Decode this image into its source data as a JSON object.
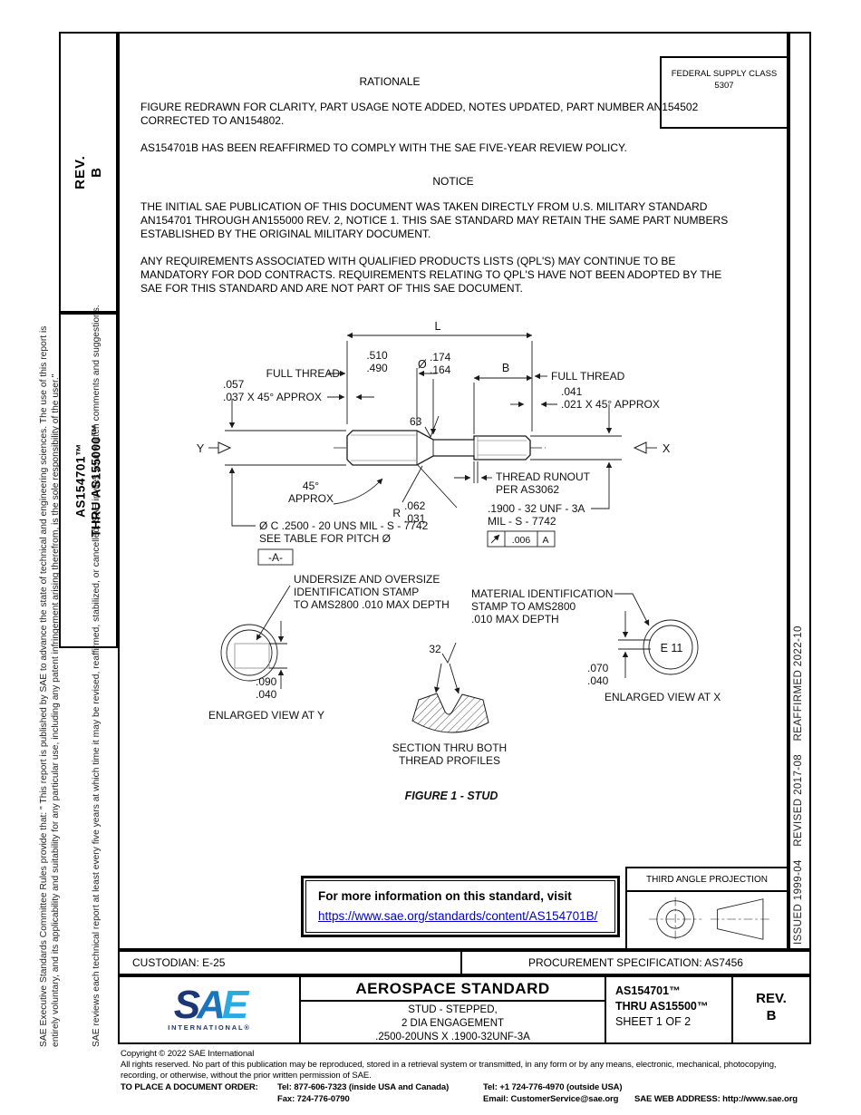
{
  "left_margin": {
    "para1": "SAE Executive Standards Committee Rules provide that: \" This report is published by SAE to advance the state of technical and engineering sciences. The use of this report is\nentirely voluntary, and its applicability and suitability for any particular use, including any patent infringement arising therefrom, is the sole responsibility of the user.\"",
    "para2": "SAE reviews each technical report at least every five years at which time it may be revised, reaffirmed, stabilized, or cancelled. SAE invites your written comments and suggestions."
  },
  "right_margin": {
    "status_line": "ISSUED 1999-04    REVISED 2017-08    REAFFIRMED 2022-10"
  },
  "rev_box": {
    "line1": "REV.",
    "line2": "B"
  },
  "range_box": {
    "line1": "AS154701™",
    "line2": "THRU AS155000™"
  },
  "fsc_box": {
    "title": "FEDERAL SUPPLY CLASS",
    "code": "5307"
  },
  "rationale": {
    "heading": "RATIONALE",
    "p1": "FIGURE REDRAWN FOR CLARITY, PART USAGE NOTE ADDED, NOTES UPDATED, PART NUMBER AN154502\nCORRECTED TO AN154802.",
    "p2": "AS154701B HAS BEEN REAFFIRMED TO COMPLY WITH THE SAE FIVE-YEAR REVIEW POLICY."
  },
  "notice": {
    "heading": "NOTICE",
    "p1": "THE INITIAL SAE PUBLICATION OF THIS DOCUMENT WAS TAKEN DIRECTLY FROM U.S. MILITARY STANDARD\nAN154701 THROUGH AN155000 REV. 2, NOTICE 1. THIS SAE STANDARD MAY RETAIN THE SAME PART NUMBERS\nESTABLISHED BY THE ORIGINAL MILITARY DOCUMENT.",
    "p2": "ANY REQUIREMENTS ASSOCIATED WITH QUALIFIED PRODUCTS LISTS (QPL'S) MAY CONTINUE TO BE\nMANDATORY FOR DOD CONTRACTS. REQUIREMENTS RELATING TO QPL'S HAVE NOT BEEN ADOPTED BY THE\nSAE FOR THIS STANDARD AND ARE NOT PART OF THIS SAE DOCUMENT."
  },
  "figure": {
    "caption": "FIGURE 1 - STUD",
    "labels": {
      "dim_L": "L",
      "len1a": ".510",
      "len1b": ".490",
      "dia_sym": "Ø",
      "dia1a": ".174",
      "dia1b": ".164",
      "dim_B": "B",
      "full_thread_left": "FULL THREAD",
      "full_thread_right": "FULL THREAD",
      "cham_l1": ".057",
      "cham_l2": ".037 X 45° APPROX",
      "cham_r1": ".041",
      "cham_r2": ".021 X 45° APPROX",
      "finish63": "63",
      "finish32": "32",
      "view_y": "Y",
      "view_x": "X",
      "runout1": "THREAD RUNOUT",
      "runout2": "PER AS3062",
      "angle1": "45°",
      "angle2": "APPROX",
      "rad_r": "R",
      "rad1": ".062",
      "rad2": ".031",
      "spec_r1": ".1900 - 32 UNF - 3A",
      "spec_r2": "MIL - S - 7742",
      "fcf_val": ".006",
      "fcf_datum": "A",
      "spec_l1": "Ø C .2500 - 20 UNS MIL - S - 7742",
      "spec_l2": "SEE TABLE FOR PITCH Ø",
      "datum": "-A-",
      "us1": "UNDERSIZE AND OVERSIZE",
      "us2": "IDENTIFICATION STAMP",
      "us3": "TO AMS2800 .010 MAX DEPTH",
      "mat1": "MATERIAL IDENTIFICATION",
      "mat2": "STAMP TO AMS2800",
      "mat3": ".010 MAX DEPTH",
      "dimy1": ".090",
      "dimy2": ".040",
      "dimx1": ".070",
      "dimx2": ".040",
      "enl_y": "ENLARGED VIEW AT Y",
      "enl_x": "ENLARGED VIEW AT X",
      "e11": "E 11",
      "sec1": "SECTION THRU BOTH",
      "sec2": "THREAD PROFILES"
    }
  },
  "info_box": {
    "text": "For more information on this standard, visit",
    "link": "https://www.sae.org/standards/content/AS154701B/"
  },
  "projection": {
    "title": "THIRD ANGLE PROJECTION"
  },
  "custodian_row": {
    "custodian": "CUSTODIAN: E-25",
    "procurement": "PROCUREMENT SPECIFICATION: AS7456"
  },
  "title_block": {
    "logo_s": "S",
    "logo_a": "A",
    "logo_e": "E",
    "logo_sub": "INTERNATIONAL®",
    "doc_type": "AEROSPACE STANDARD",
    "subtitle": "STUD - STEPPED,\n2 DIA ENGAGEMENT\n.2500-20UNS X .1900-32UNF-3A",
    "number": "AS154701™",
    "thru": "THRU AS15500™",
    "sheet": "SHEET 1 OF 2",
    "rev_label": "REV.",
    "rev_value": "B"
  },
  "footer": {
    "copyright": "Copyright © 2022 SAE International",
    "rights": "All rights reserved. No part of this publication may be reproduced, stored in a retrieval system or transmitted, in any form or by any means, electronic, mechanical, photocopying,\nrecording, or otherwise, without the prior written permission of SAE.",
    "order_label": "TO PLACE A DOCUMENT ORDER:",
    "tel1": "Tel: 877-606-7323 (inside USA and Canada)",
    "tel2": "Tel: +1 724-776-4970 (outside USA)",
    "fax": "Fax: 724-776-0790",
    "email": "Email: CustomerService@sae.org",
    "web": "SAE WEB ADDRESS: http://www.sae.org"
  },
  "colors": {
    "link": "#0000CC",
    "logo_dark": "#1C3775",
    "logo_mid": "#1B75BB",
    "logo_light": "#29ABE2"
  }
}
